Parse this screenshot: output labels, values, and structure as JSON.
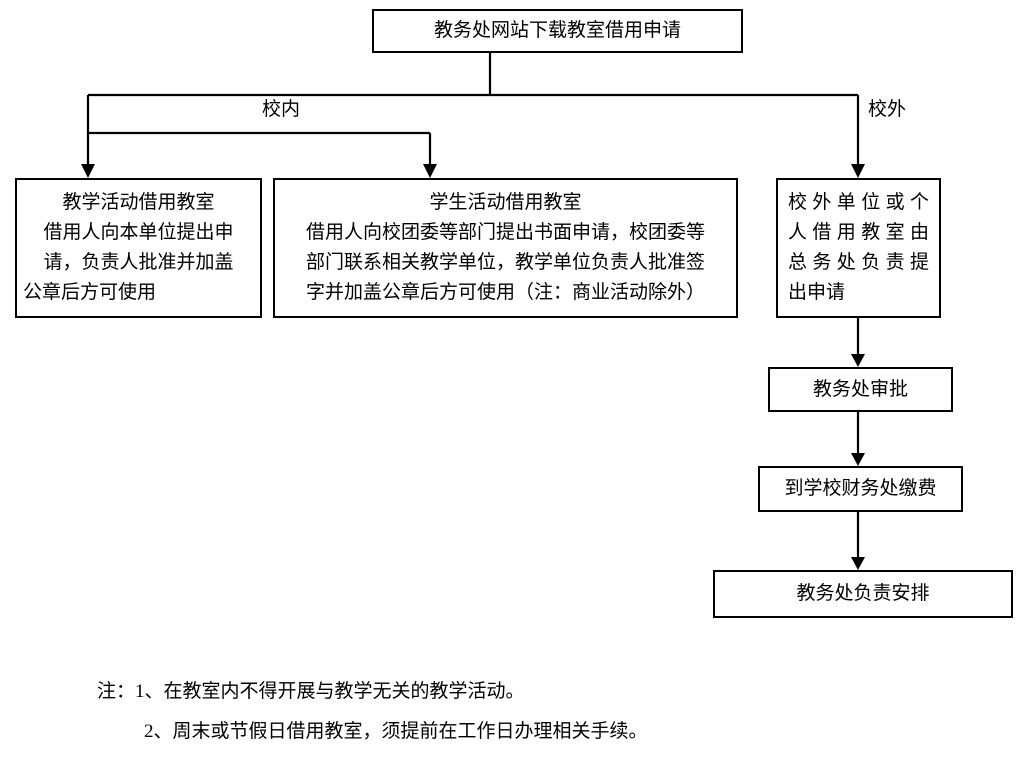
{
  "diagram": {
    "title_node": {
      "id": "start",
      "text": "教务处网站下载教室借用申请"
    },
    "branch_labels": {
      "inside": "校内",
      "outside": "校外"
    },
    "nodes": {
      "teaching_activity": {
        "heading": "教学活动借用教室",
        "body": "借用人向本单位提出申请，负责人批准并加盖公章后方可使用",
        "lines": [
          "借用人向本单位提出申",
          "请，负责人批准并加盖",
          "公章后方可使用"
        ]
      },
      "student_activity": {
        "heading": "学生活动借用教室",
        "body": "借用人向校团委等部门提出书面申请，校团委等部门联系相关教学单位，教学单位负责人批准签字并加盖公章后方可使用（注：商业活动除外）",
        "lines": [
          "借用人向校团委等部门提出书面申请，校团委等",
          "部门联系相关教学单位，教学单位负责人批准签",
          "字并加盖公章后方可使用（注：商业活动除外）"
        ]
      },
      "external_unit": {
        "body": "校外单位或个人借用教室由总务处负责提出申请",
        "lines": [
          "校外单位或个",
          "人借用教室由",
          "总务处负责提",
          "出申请"
        ]
      },
      "academic_approval": {
        "text": "教务处审批"
      },
      "finance_payment": {
        "text": "到学校财务处缴费"
      },
      "academic_arrange": {
        "text": "教务处负责安排"
      }
    },
    "notes": {
      "prefix": "注：",
      "items": [
        "1、在教室内不得开展与教学无关的教学活动。",
        "2、周末或节假日借用教室，须提前在工作日办理相关手续。"
      ]
    },
    "colors": {
      "stroke": "#000000",
      "background": "#ffffff",
      "text": "#000000"
    }
  }
}
